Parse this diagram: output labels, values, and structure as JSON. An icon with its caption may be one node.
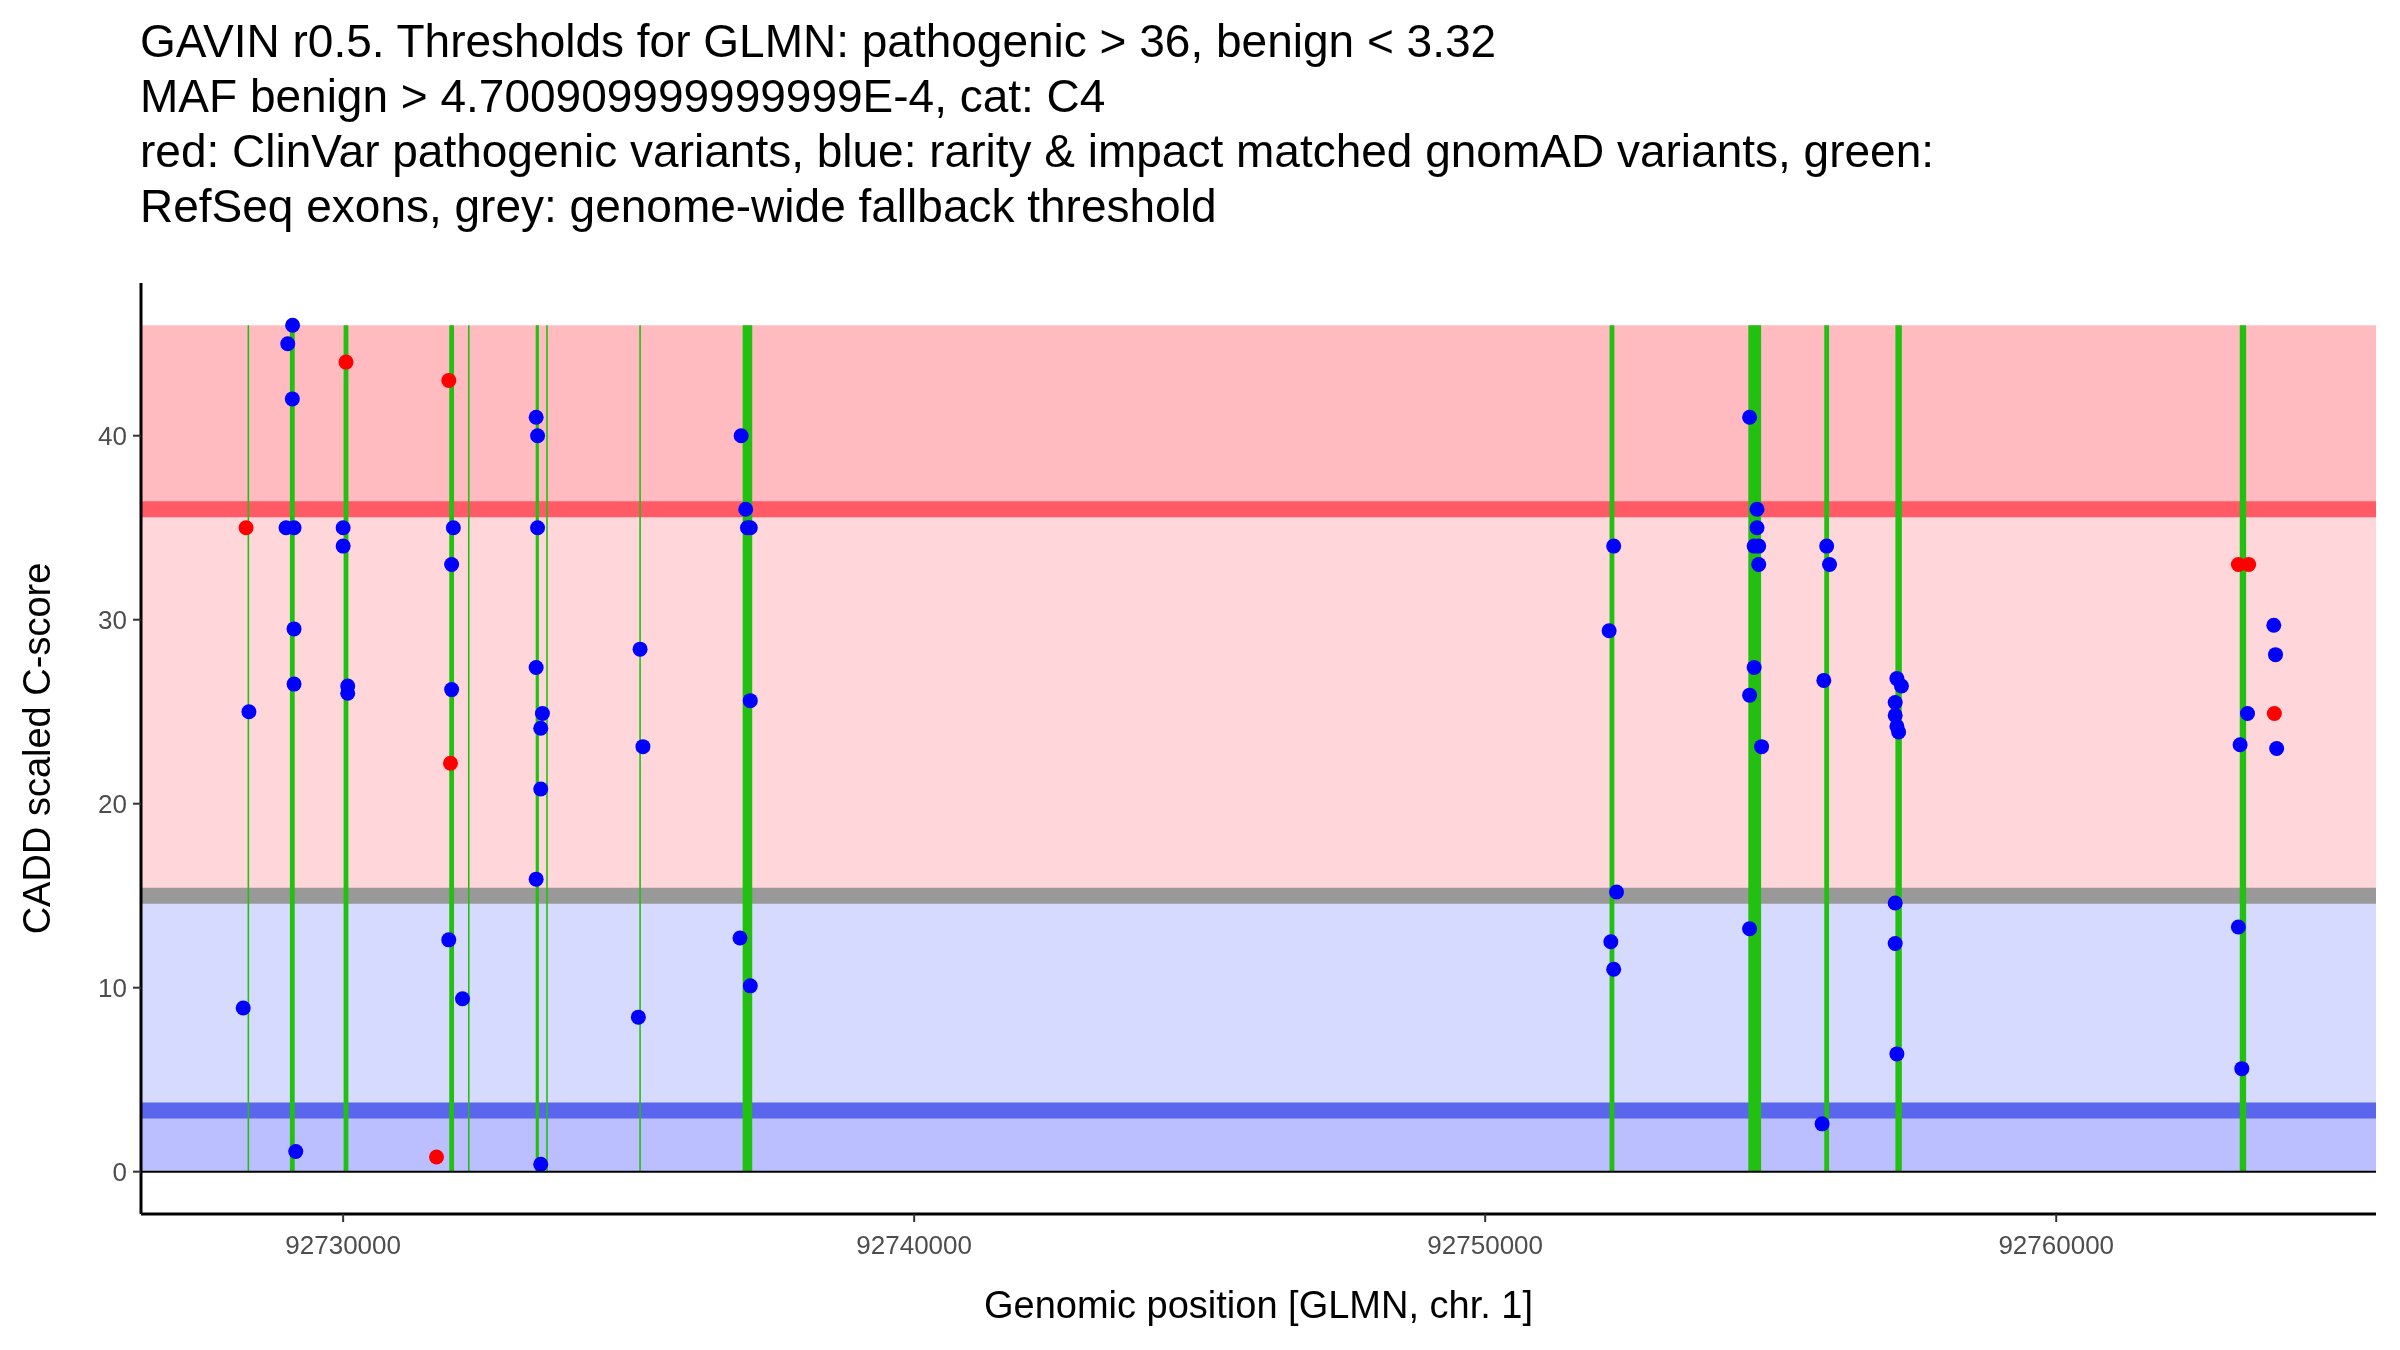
{
  "diagram": {
    "title": "GAVIN r0.5. Thresholds for GLMN: pathogenic > 36, benign < 3.32",
    "labels": [
      "MAF benign > 4.700909999999999E-4, cat: C4",
      "red: ClinVar pathogenic variants, blue: rarity & impact matched gnomAD variants, green: RefSeq exons, grey: genome-wide fallback threshold"
    ],
    "chart_data": {
      "type": "scatter",
      "xlabel": "Genomic position [GLMN, chr. 1]",
      "ylabel": "CADD scaled C-score",
      "xlim": [
        92726460,
        92765600
      ],
      "ylim": [
        -2.3,
        48.3
      ],
      "xticks": [
        92730000,
        92740000,
        92750000,
        92760000
      ],
      "yticks": [
        0,
        10,
        20,
        30,
        40
      ],
      "bands": [
        {
          "axis": "y",
          "from": 36,
          "to": 46,
          "color": "#ffbbbf"
        },
        {
          "axis": "y",
          "from": 15,
          "to": 36,
          "color": "#ffd7db"
        },
        {
          "axis": "y",
          "from": 3.32,
          "to": 15,
          "color": "#d7daff"
        },
        {
          "axis": "y",
          "from": 0,
          "to": 3.32,
          "color": "#bbbfff"
        }
      ],
      "ref_lines": [
        {
          "axis": "y",
          "value": 36,
          "color": "#ff5a66"
        },
        {
          "axis": "y",
          "value": 15,
          "color": "#999999"
        },
        {
          "axis": "y",
          "value": 3.32,
          "color": "#5a66ee"
        },
        {
          "axis": "x",
          "value": 92728340,
          "color": "#22c010"
        },
        {
          "axis": "x",
          "value": 92729110,
          "color": "#22c010"
        },
        {
          "axis": "x",
          "value": 92730050,
          "color": "#22c010"
        },
        {
          "axis": "x",
          "value": 92731900,
          "color": "#22c010"
        },
        {
          "axis": "x",
          "value": 92732200,
          "color": "#22c010"
        },
        {
          "axis": "x",
          "value": 92733400,
          "color": "#22c010"
        },
        {
          "axis": "x",
          "value": 92733570,
          "color": "#22c010"
        },
        {
          "axis": "x",
          "value": 92735200,
          "color": "#22c010"
        },
        {
          "axis": "x",
          "value": 92737080,
          "color": "#22c010"
        },
        {
          "axis": "x",
          "value": 92752220,
          "color": "#22c010"
        },
        {
          "axis": "x",
          "value": 92754720,
          "color": "#22c010"
        },
        {
          "axis": "x",
          "value": 92755980,
          "color": "#22c010"
        },
        {
          "axis": "x",
          "value": 92757240,
          "color": "#22c010"
        },
        {
          "axis": "x",
          "value": 92763270,
          "color": "#22c010"
        }
      ],
      "series": [
        {
          "color": "#ff0000",
          "x": [
            92728300,
            92730050,
            92731850,
            92731880,
            92731635,
            92763190,
            92763370,
            92763820
          ],
          "values": [
            35,
            44,
            43,
            22.2,
            0.8,
            33,
            33,
            24.9
          ]
        },
        {
          "color": "#0000ff",
          "x": [
            92728350,
            92728250,
            92729115,
            92729030,
            92729110,
            92729000,
            92729140,
            92729140,
            92729140,
            92729170,
            92730000,
            92730000,
            92730080,
            92730080,
            92731930,
            92731900,
            92731900,
            92731850,
            92732090,
            92733380,
            92733405,
            92733405,
            92733380,
            92733490,
            92733460,
            92733460,
            92733380,
            92733460,
            92735200,
            92735250,
            92735170,
            92736970,
            92737050,
            92737080,
            92737130,
            92737130,
            92736950,
            92737130,
            92752250,
            92752170,
            92752300,
            92752200,
            92752250,
            92754630,
            92754760,
            92754760,
            92754710,
            92754790,
            92754790,
            92754710,
            92754630,
            92754840,
            92754630,
            92755980,
            92756030,
            92755930,
            92755900,
            92757210,
            92757290,
            92757180,
            92757180,
            92757210,
            92757240,
            92757180,
            92757180,
            92757210,
            92763350,
            92763220,
            92763190,
            92763250,
            92763810,
            92763840,
            92763860
          ],
          "values": [
            25,
            8.9,
            46,
            45,
            42,
            35,
            35,
            29.5,
            26.5,
            1.1,
            35,
            34,
            26.4,
            26,
            35,
            33,
            26.2,
            12.6,
            9.4,
            41,
            40,
            35,
            27.4,
            24.9,
            24.1,
            20.8,
            15.9,
            0.4,
            28.4,
            23.1,
            8.4,
            40,
            36,
            35,
            35,
            25.6,
            12.7,
            10.1,
            34,
            29.4,
            15.2,
            12.5,
            11,
            41,
            36,
            35,
            34,
            34,
            33,
            27.4,
            25.9,
            23.1,
            13.2,
            34,
            33,
            26.7,
            2.6,
            26.8,
            26.4,
            25.5,
            24.8,
            24.2,
            23.9,
            14.6,
            12.4,
            6.4,
            24.9,
            23.2,
            13.3,
            5.6,
            29.7,
            28.1,
            23
          ]
        }
      ]
    }
  }
}
